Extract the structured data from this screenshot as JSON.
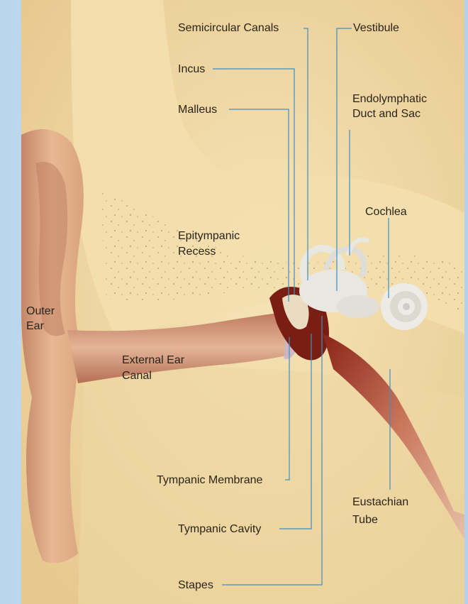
{
  "labels": {
    "semicircular_canals": "Semicircular Canals",
    "vestibule": "Vestibule",
    "incus": "Incus",
    "malleus": "Malleus",
    "endolymphatic_line1": "Endolymphatic",
    "endolymphatic_line2": "Duct and Sac",
    "cochlea": "Cochlea",
    "epitympanic_line1": "Epitympanic",
    "epitympanic_line2": "Recess",
    "outer_ear_line1": "Outer",
    "outer_ear_line2": "Ear",
    "external_canal_line1": "External Ear",
    "external_canal_line2": "Canal",
    "tympanic_membrane": "Tympanic Membrane",
    "eustachian_line1": "Eustachian",
    "eustachian_line2": "Tube",
    "tympanic_cavity": "Tympanic Cavity",
    "stapes": "Stapes"
  },
  "colors": {
    "background": "#f2ddae",
    "bone": "#ecd29d",
    "skin": "#d9a47e",
    "canal": "#c98a6c",
    "cavity": "#7a1e14",
    "inner_ear": "#e9e7e2",
    "leader": "#3f8ec4",
    "page_frame": "#c4dcf1"
  }
}
